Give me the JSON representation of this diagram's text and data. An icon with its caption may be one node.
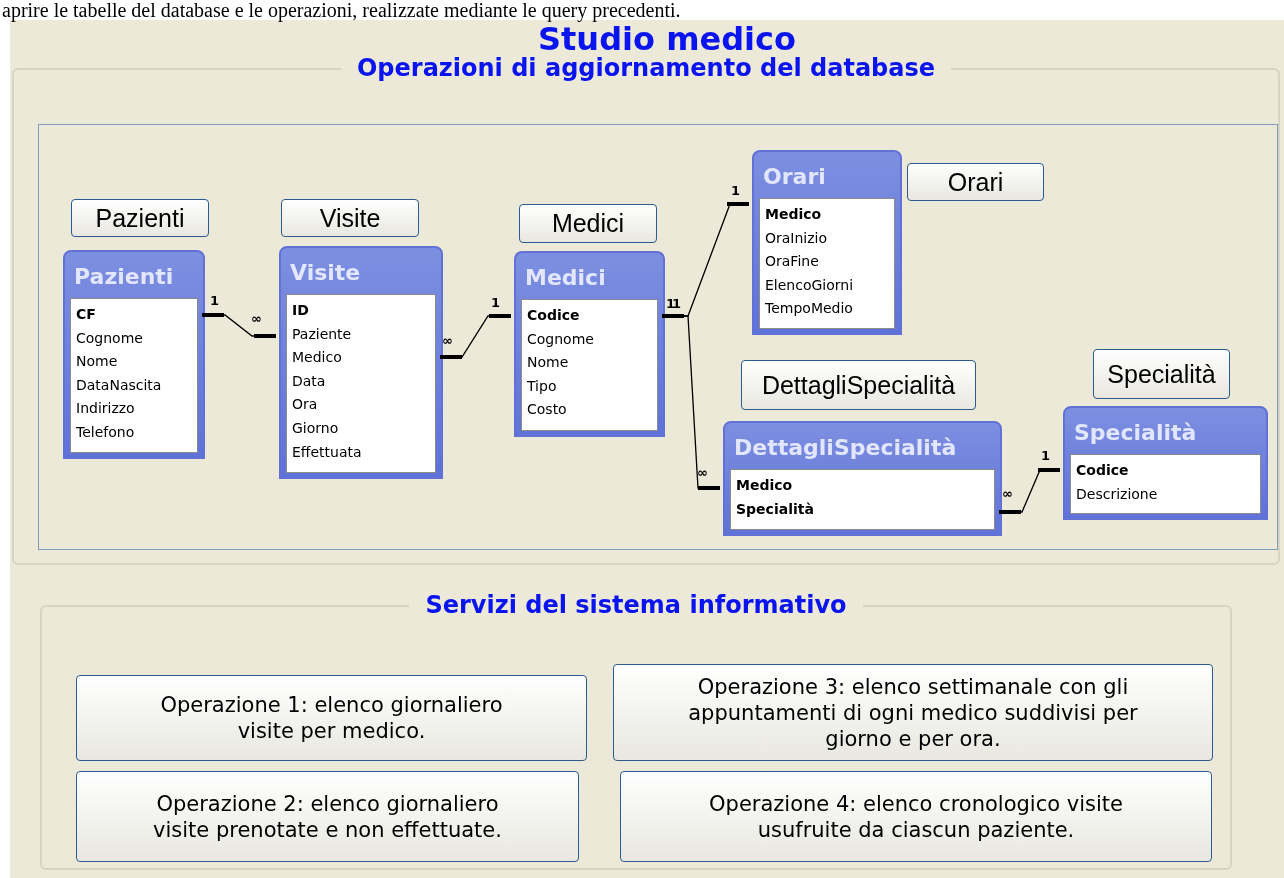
{
  "diagram": {
    "title": "Studio medico",
    "nodes": [
      {
        "text": [
          "Operazioni di aggiornamento del database"
        ]
      },
      {
        "text": [],
        "shape": "box",
        "in": 0
      },
      {
        "text": [
          "Orari",
          "Medico",
          "OraInizio",
          "OraFine",
          "ElencoGiorni",
          "TempoMedio"
        ],
        "in": 1
      },
      {
        "text": [
          "Orari"
        ],
        "in": 1
      },
      {
        "text": [
          "Pazienti"
        ],
        "in": 1
      },
      {
        "text": [
          "Visite"
        ],
        "in": 1
      },
      {
        "text": [
          "Medici"
        ],
        "in": 1
      },
      {
        "text": [
          "Pazienti",
          "CF",
          "Cognome",
          "Nome",
          "DataNascita",
          "Indirizzo",
          "Telefono"
        ],
        "in": 1
      },
      {
        "text": [
          "Visite",
          "ID",
          "Paziente",
          "Medico",
          "Data",
          "Ora",
          "Giorno",
          "Effettuata"
        ],
        "in": 1
      },
      {
        "text": [
          "Medici",
          "Codice",
          "Cognome",
          "Nome",
          "Tipo",
          "Costo"
        ],
        "in": 1
      },
      {
        "text": [
          "DettagliSpecialità"
        ],
        "in": 1
      },
      {
        "text": [
          "Specialità"
        ],
        "in": 1
      },
      {
        "text": [
          "DettagliSpecialità",
          "Medico",
          "Specialità"
        ],
        "in": 1
      },
      {
        "text": [
          "Specialità",
          "Codice",
          "Descrizione"
        ],
        "in": 1
      },
      {
        "text": [
          "Servizi del sistema informativo"
        ]
      },
      {
        "text": [
          "Operazione 1: elenco giornaliero visite per medico."
        ],
        "in": 14
      },
      {
        "text": [
          "Operazione 3: elenco settimanale con gli appuntamenti di ogni medico suddivisi per giorno e per ora."
        ],
        "in": 14
      },
      {
        "text": [
          "Operazione 2: elenco giornaliero visite prenotate e non effettuate."
        ],
        "in": 14
      },
      {
        "text": [
          "Operazione 4: elenco cronologico visite usufruite da ciascun paziente."
        ],
        "in": 14
      }
    ],
    "edges": [
      {
        "from": 7,
        "to": 8,
        "arrow": "other"
      },
      {
        "from": 8,
        "to": 9,
        "arrow": "other"
      },
      {
        "from": 9,
        "to": 2,
        "arrow": "other"
      },
      {
        "from": 9,
        "to": 12,
        "arrow": "other"
      },
      {
        "from": 12,
        "to": 13,
        "arrow": "other"
      }
    ],
    "labels": [
      "aprire le tabelle del database e le operazioni, realizzate mediante le query precedenti.",
      "1",
      "∞",
      "∞",
      "1",
      "1",
      "1",
      "1",
      "∞",
      "∞",
      "1"
    ]
  }
}
